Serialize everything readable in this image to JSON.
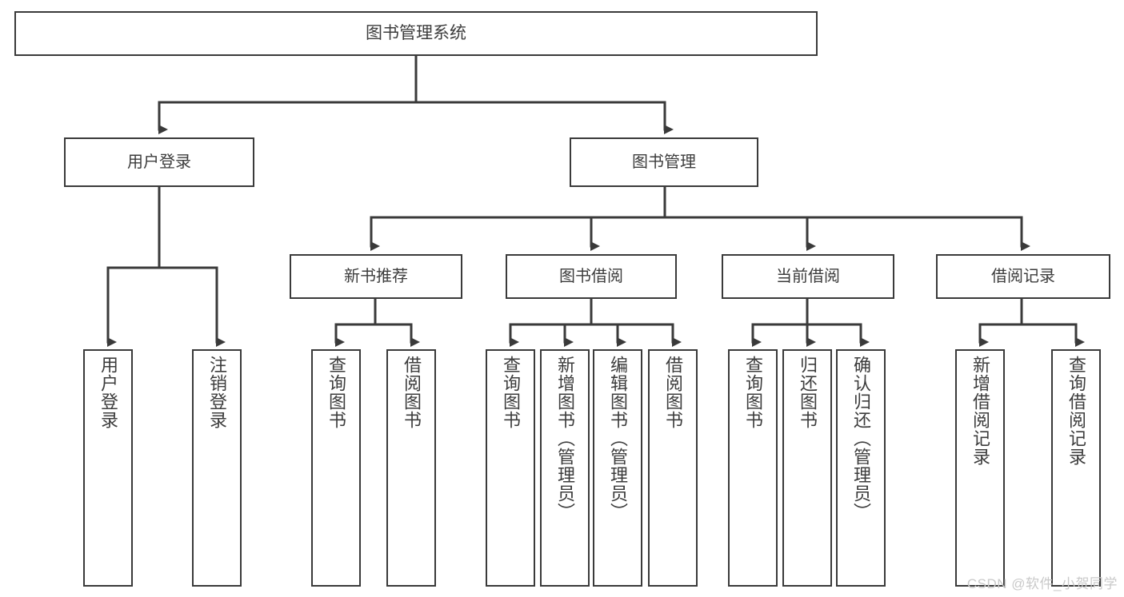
{
  "diagram": {
    "title": "图书管理系统",
    "watermark": "CSDN @软件_小贺同学",
    "line_color": "#3a3a3a",
    "box_fill": "#ffffff",
    "text_color": "#3c3c3c",
    "background": "#ffffff",
    "nodes": {
      "root": {
        "label": "图书管理系统"
      },
      "level1": [
        {
          "label": "用户登录"
        },
        {
          "label": "图书管理"
        }
      ],
      "level2": [
        {
          "label": "新书推荐"
        },
        {
          "label": "图书借阅"
        },
        {
          "label": "当前借阅"
        },
        {
          "label": "借阅记录"
        }
      ],
      "leaves": {
        "user_login": [
          {
            "label": "用户登录"
          },
          {
            "label": "注销登录"
          }
        ],
        "new_book_rec": [
          {
            "label": "查询图书"
          },
          {
            "label": "借阅图书"
          }
        ],
        "book_borrow": [
          {
            "label": "查询图书"
          },
          {
            "label": "新增图书（管理员）"
          },
          {
            "label": "编辑图书（管理员）"
          },
          {
            "label": "借阅图书"
          }
        ],
        "current_borrow": [
          {
            "label": "查询图书"
          },
          {
            "label": "归还图书"
          },
          {
            "label": "确认归还（管理员）"
          }
        ],
        "borrow_record": [
          {
            "label": "新增借阅记录"
          },
          {
            "label": "查询借阅记录"
          }
        ]
      }
    }
  }
}
